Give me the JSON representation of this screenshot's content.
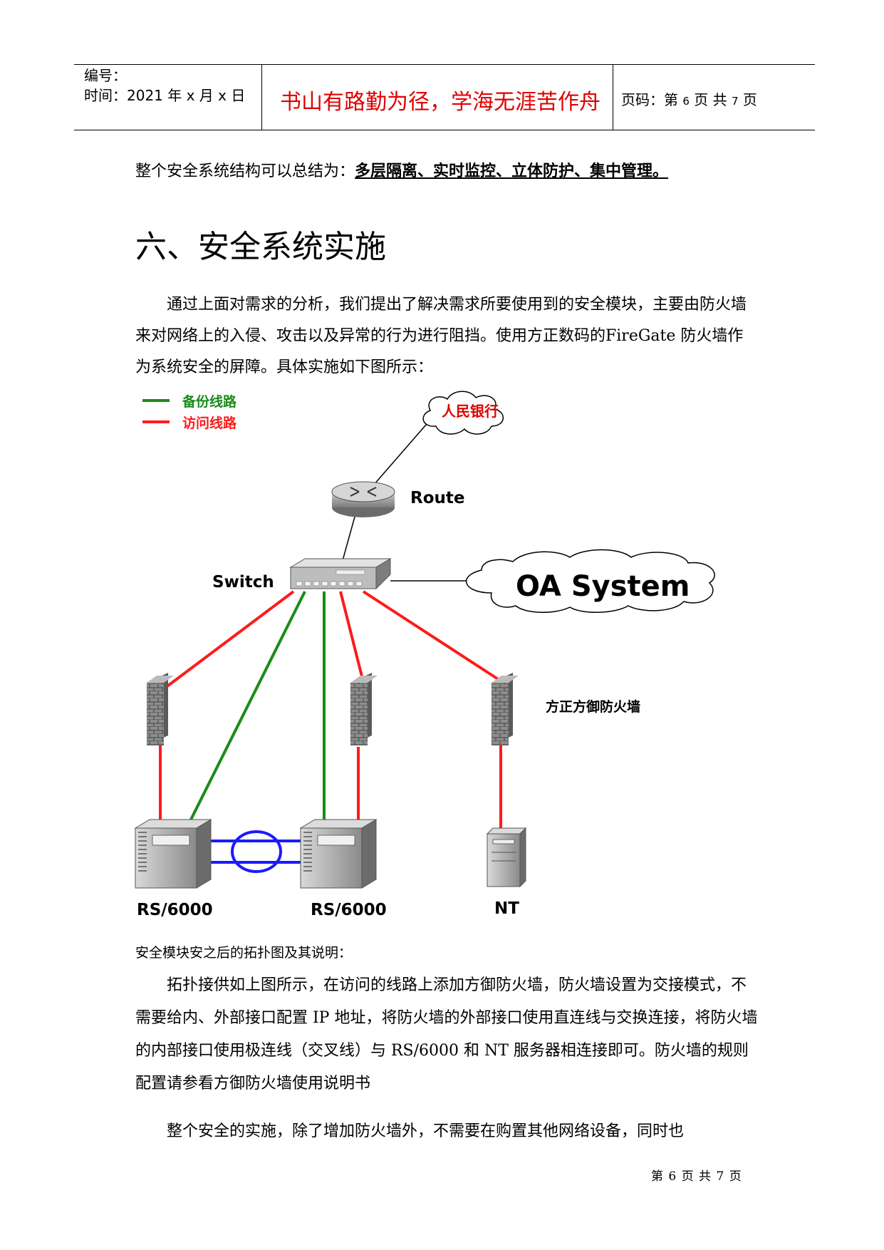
{
  "header": {
    "number_label": "编号：",
    "time_label": "时间：2021 年 x 月 x 日",
    "motto": "书山有路勤为径，学海无涯苦作舟",
    "page_prefix": "页码：第",
    "page_num": "6",
    "page_mid": "页  共",
    "page_total": "7",
    "page_suffix": "页"
  },
  "summary": {
    "lead": "整个安全系统结构可以总结为：",
    "emphasis": "多层隔离、实时监控、立体防护、集中管理。"
  },
  "section_title": "六、安全系统实施",
  "intro_paragraph": "通过上面对需求的分析，我们提出了解决需求所要使用到的安全模块，主要由防火墙来对网络上的入侵、攻击以及异常的行为进行阻挡。使用方正数码的FireGate 防火墙作为系统安全的屏障。具体实施如下图所示：",
  "diagram": {
    "legend": [
      {
        "label": "备份线路",
        "color": "#1a8a1a"
      },
      {
        "label": "访问线路",
        "color": "#ff1a1a"
      }
    ],
    "cloud_top": "人民银行",
    "router_label": "Route",
    "switch_label": "Switch",
    "cloud_oa": "OA System",
    "firewall_label": "方正方御防火墙",
    "server1_label": "RS/6000",
    "server2_label": "RS/6000",
    "server3_label": "NT"
  },
  "caption": "安全模块安之后的拓扑图及其说明：",
  "paragraph2": "拓扑接供如上图所示，在访问的线路上添加方御防火墙，防火墙设置为交接模式，不需要给内、外部接口配置 IP 地址，将防火墙的外部接口使用直连线与交换连接，将防火墙的内部接口使用极连线（交叉线）与 RS/6000 和 NT 服务器相连接即可。防火墙的规则配置请参看方御防火墙使用说明书",
  "paragraph3": "整个安全的实施，除了增加防火墙外，不需要在购置其他网络设备，同时也",
  "footer": {
    "prefix": "第",
    "num": "6",
    "mid": "页 共",
    "total": "7",
    "suffix": "页"
  }
}
